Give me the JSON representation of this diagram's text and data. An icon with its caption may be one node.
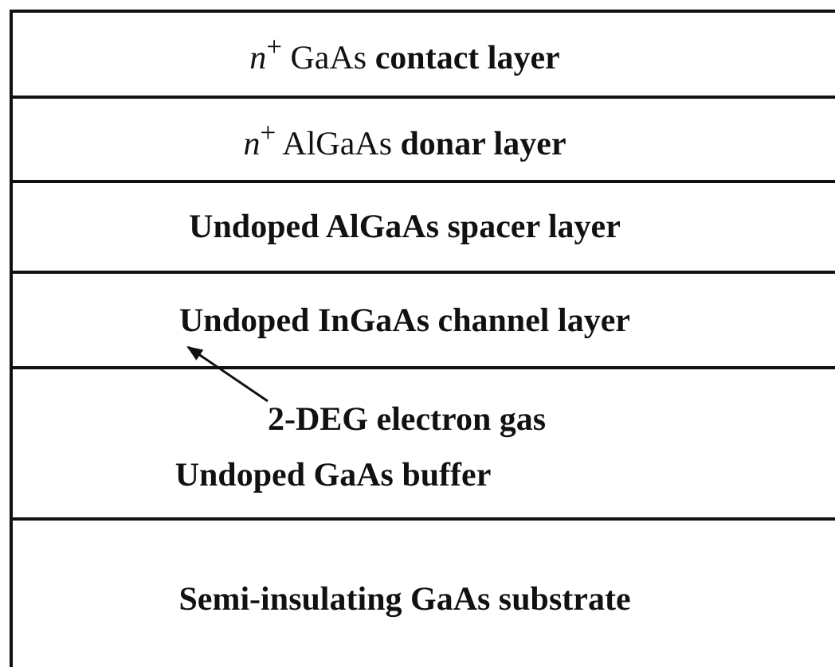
{
  "diagram": {
    "nodes": [
      {
        "text": [
          "*n*$^{+}$ GaAs  **contact layer**"
        ]
      },
      {
        "text": [
          "*n*$^{+}$ AlGaAs  **donar layer**"
        ]
      },
      {
        "text": [
          "Undoped AlGaAs spacer layer"
        ]
      },
      {
        "text": [
          "Undoped InGaAs channel layer"
        ]
      },
      {
        "text": [
          "Undoped GaAs buffer"
        ]
      },
      {
        "text": [
          "2-DEG electron gas"
        ],
        "in": 4
      },
      {
        "text": [
          "Semi-insulating GaAs substrate"
        ]
      }
    ],
    "edges": [
      {
        "from": 5,
        "to": 3,
        "arrow": "to"
      }
    ]
  }
}
